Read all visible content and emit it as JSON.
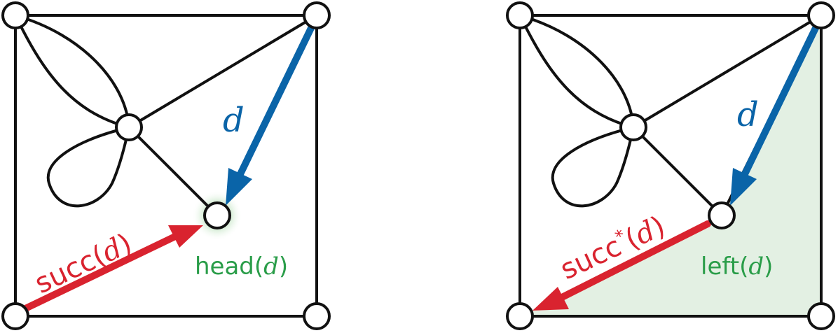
{
  "colors": {
    "blue": "#0a64a8",
    "red": "#d9232f",
    "green": "#2a9d49",
    "green_fill": "#e3f0e3",
    "black": "#111111"
  },
  "left_panel": {
    "dart_label": "d",
    "succ_label_prefix": "succ(",
    "succ_label_var": "d",
    "succ_label_suffix": ")",
    "head_label_prefix": "head(",
    "head_label_var": "d",
    "head_label_suffix": ")"
  },
  "right_panel": {
    "dart_label": "d",
    "succ_label_prefix": "succ",
    "succ_label_sup": "*",
    "succ_label_open": "(",
    "succ_label_var": "d",
    "succ_label_suffix": ")",
    "left_label_prefix": "left(",
    "left_label_var": "d",
    "left_label_suffix": ")"
  }
}
